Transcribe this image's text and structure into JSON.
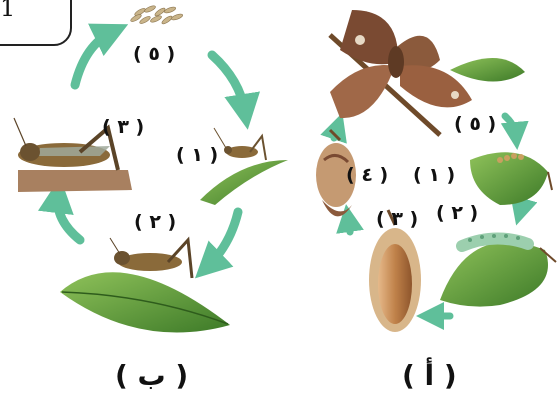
{
  "corner": {
    "text": "1"
  },
  "diagram_b": {
    "caption": "( ب )",
    "stages": {
      "eggs": "( ٥ )",
      "nymph1": "( ١ )",
      "nymph2": "( ٢ )",
      "adult": "( ٣ )"
    }
  },
  "diagram_a": {
    "caption": "( أ )",
    "stages": {
      "moth": "( ٥ )",
      "eggs": "( ١ )",
      "larva": "( ٢ )",
      "pupa": "( ٣ )",
      "emerging": "( ٤ )"
    }
  },
  "colors": {
    "arrow": "#5fbf9a",
    "leaf": "#4f8a2e",
    "grasshopper": "#8a6a3a",
    "moth": "#7a4a32",
    "pupa": "#b77a45"
  }
}
